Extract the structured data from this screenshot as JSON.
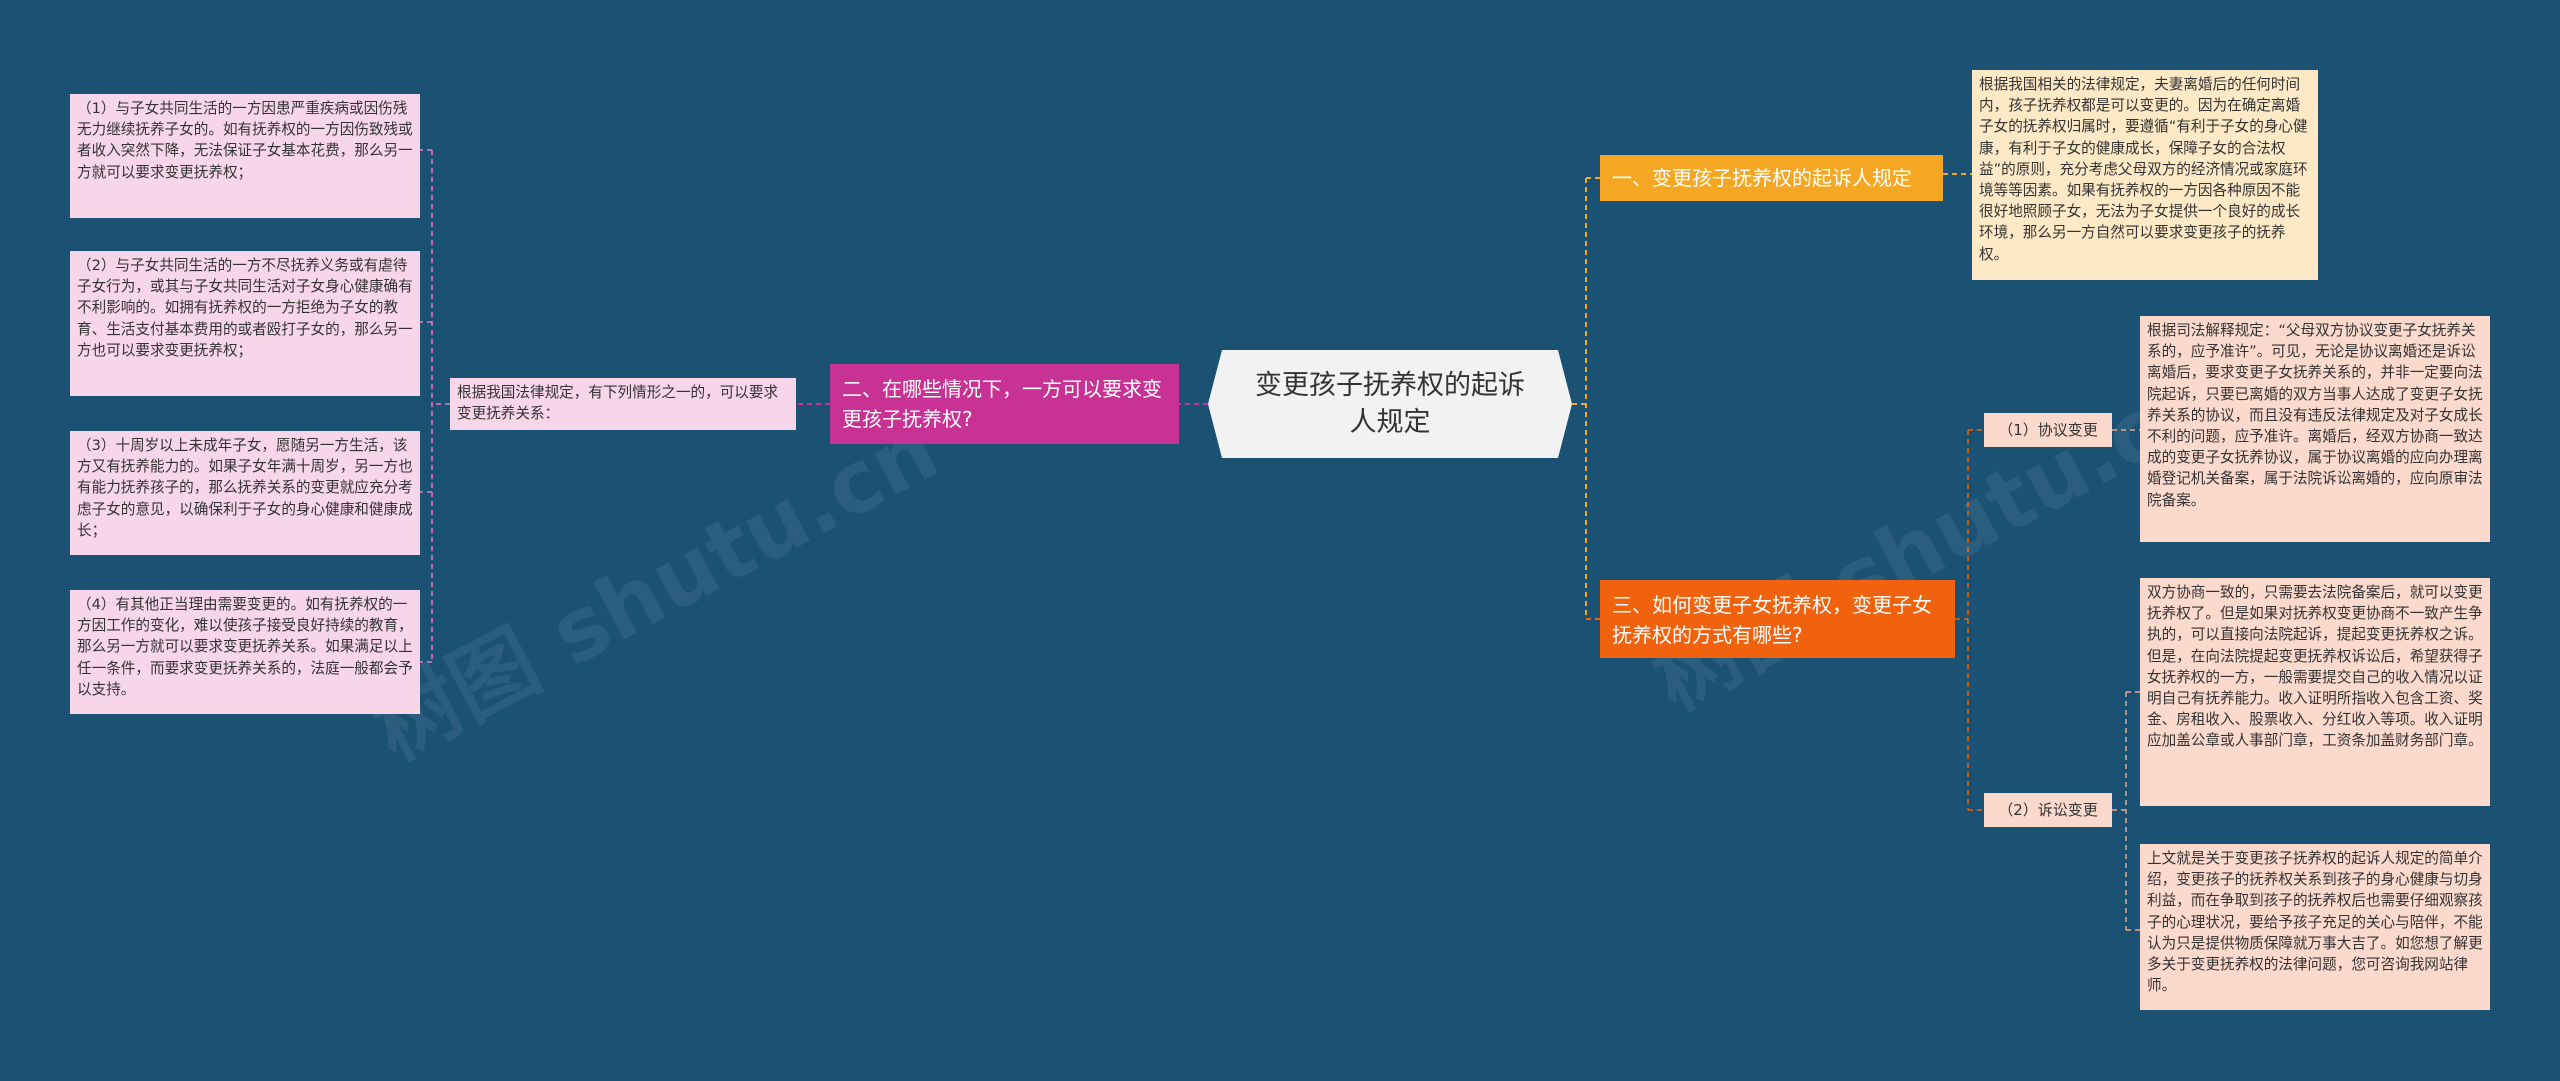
{
  "root": {
    "title": "变更孩子抚养权的起诉人规定"
  },
  "branches": {
    "b1": {
      "label": "一、变更孩子抚养权的起诉人规定",
      "note": "根据我国相关的法律规定，夫妻离婚后的任何时间内，孩子抚养权都是可以变更的。因为在确定离婚子女的抚养权归属时，要遵循“有利于子女的身心健康，有利于子女的健康成长，保障子女的合法权益”的原则，充分考虑父母双方的经济情况或家庭环境等等因素。如果有抚养权的一方因各种原因不能很好地照顾子女，无法为子女提供一个良好的成长环境，那么另一方自然可以要求变更孩子的抚养权。"
    },
    "b2": {
      "label": "二、在哪些情况下，一方可以要求变更孩子抚养权?",
      "intro": "根据我国法律规定，有下列情形之一的，可以要求变更抚养关系：",
      "items": [
        "（1）与子女共同生活的一方因患严重疾病或因伤残无力继续抚养子女的。如有抚养权的一方因伤致残或者收入突然下降，无法保证子女基本花费，那么另一方就可以要求变更抚养权；",
        "（2）与子女共同生活的一方不尽抚养义务或有虐待子女行为，或其与子女共同生活对子女身心健康确有不利影响的。如拥有抚养权的一方拒绝为子女的教育、生活支付基本费用的或者殴打子女的，那么另一方也可以要求变更抚养权；",
        "（3）十周岁以上未成年子女，愿随另一方生活，该方又有抚养能力的。如果子女年满十周岁，另一方也有能力抚养孩子的，那么抚养关系的变更就应充分考虑子女的意见，以确保利于子女的身心健康和健康成长；",
        "（4）有其他正当理由需要变更的。如有抚养权的一方因工作的变化，难以使孩子接受良好持续的教育，那么另一方就可以要求变更抚养关系。如果满足以上任一条件，而要求变更抚养关系的，法庭一般都会予以支持。"
      ]
    },
    "b3": {
      "label": "三、如何变更子女抚养权，变更子女抚养权的方式有哪些?",
      "sub1": {
        "label": "（1）协议变更",
        "note": "根据司法解释规定：“父母双方协议变更子女抚养关系的，应予准许”。可见，无论是协议离婚还是诉讼离婚后，要求变更子女抚养关系的，并非一定要向法院起诉，只要已离婚的双方当事人达成了变更子女抚养关系的协议，而且没有违反法律规定及对子女成长不利的问题，应予准许。离婚后，经双方协商一致达成的变更子女抚养协议，属于协议离婚的应向办理离婚登记机关备案，属于法院诉讼离婚的，应向原审法院备案。"
      },
      "sub2": {
        "label": "（2）诉讼变更",
        "note1": "双方协商一致的，只需要去法院备案后，就可以变更抚养权了。但是如果对抚养权变更协商不一致产生争执的，可以直接向法院起诉，提起变更抚养权之诉。但是，在向法院提起变更抚养权诉讼后，希望获得子女抚养权的一方，一般需要提交自己的收入情况以证明自己有抚养能力。收入证明所指收入包含工资、奖金、房租收入、股票收入、分红收入等项。收入证明应加盖公章或人事部门章，工资条加盖财务部门章。",
        "note2": "上文就是关于变更孩子抚养权的起诉人规定的简单介绍，变更孩子的抚养权关系到孩子的身心健康与切身利益，而在争取到孩子的抚养权后也需要仔细观察孩子的心理状况，要给予孩子充足的关心与陪伴，不能认为只是提供物质保障就万事大吉了。如您想了解更多关于变更抚养权的法律问题，您可咨询我网站律师。"
      }
    }
  },
  "watermarks": [
    "树图 shutu.cn",
    "树图 shutu.cn"
  ],
  "colors": {
    "background": "#1b5274",
    "center": "#f2f2f2",
    "branch1": "#f5a623",
    "branch2": "#c73294",
    "branch3": "#f0620e",
    "note_yellow": "#fde9c6",
    "note_pink": "#f7d6ea",
    "note_peach": "#fbd9cc"
  }
}
